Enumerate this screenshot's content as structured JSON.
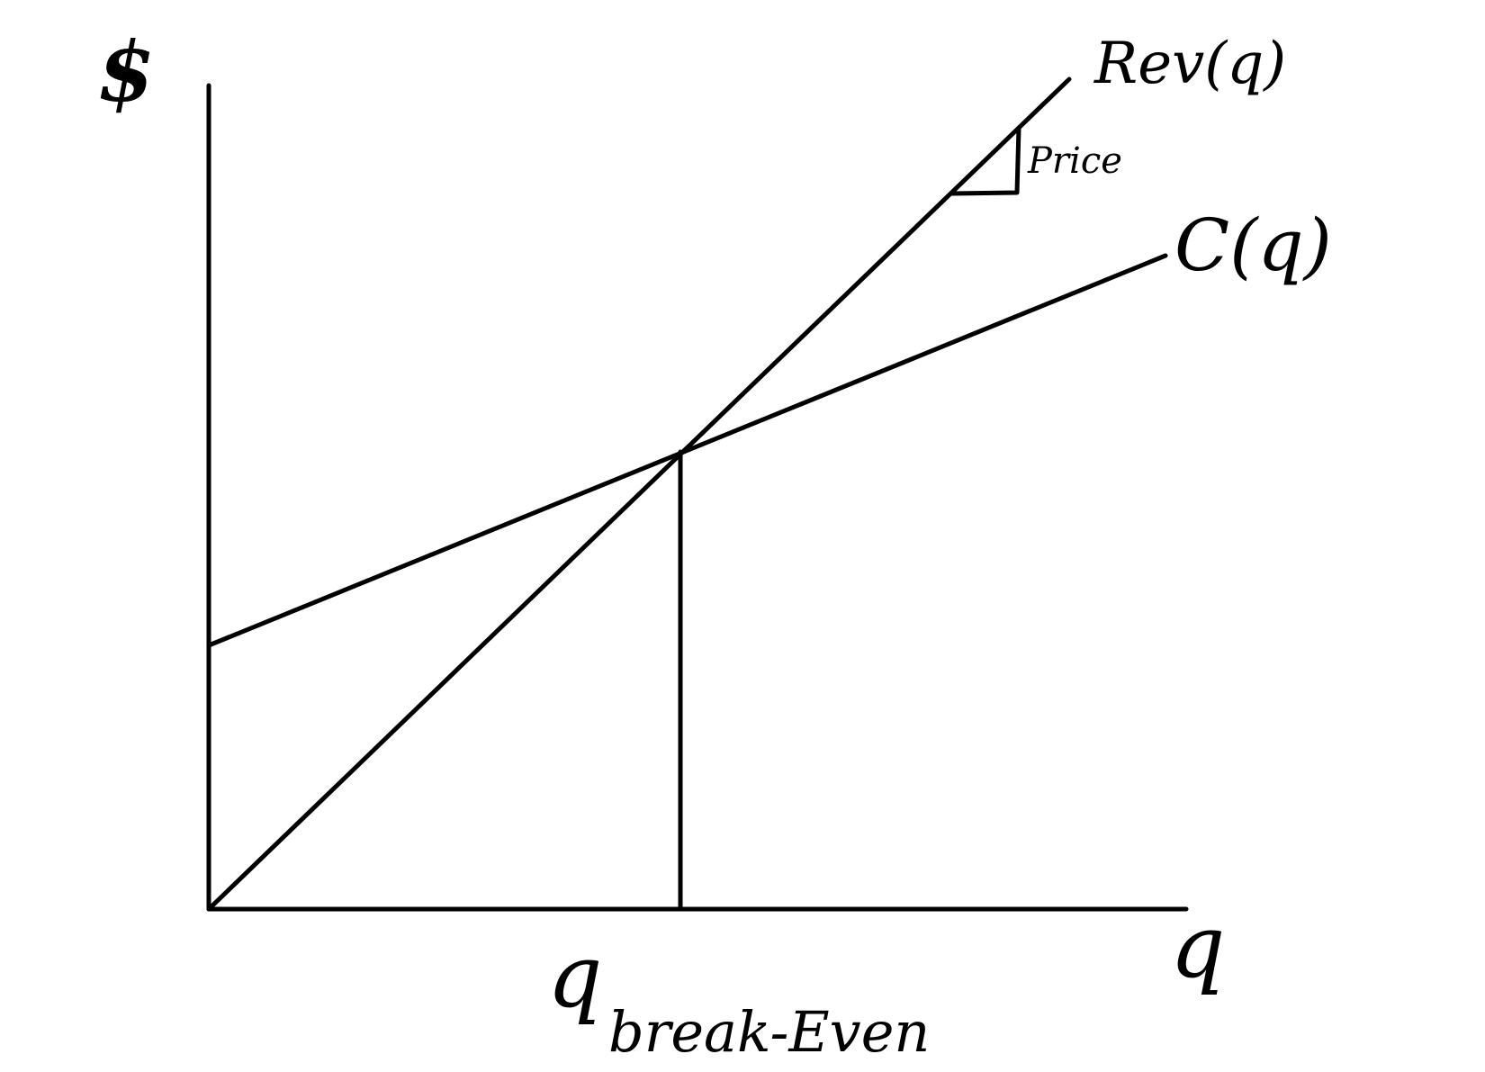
{
  "diagram": {
    "y_axis_label": "$",
    "x_axis_label": "q",
    "revenue_label": "Rev(q)",
    "cost_label": "C(q)",
    "slope_label": "Price",
    "breakeven_label_main": "q",
    "breakeven_label_sub": "break-Even"
  }
}
